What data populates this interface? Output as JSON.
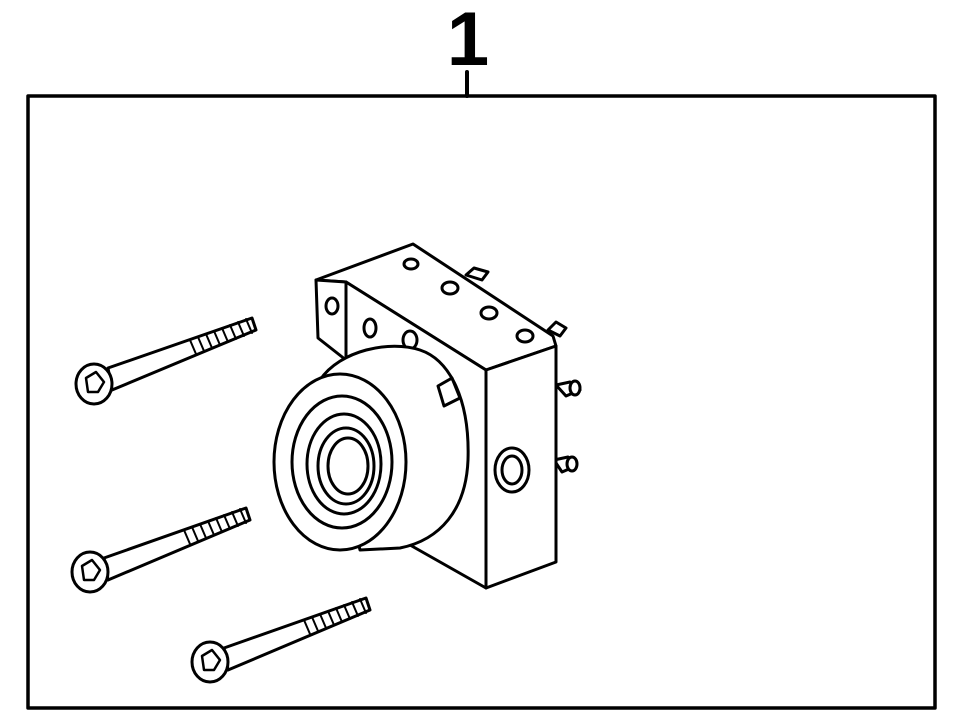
{
  "diagram": {
    "callout_number": "1",
    "line_color": "#000000",
    "background": "#ffffff",
    "parts": [
      {
        "name": "abs-hydraulic-unit",
        "count": 1
      },
      {
        "name": "mounting-bolt",
        "count": 3
      }
    ]
  }
}
